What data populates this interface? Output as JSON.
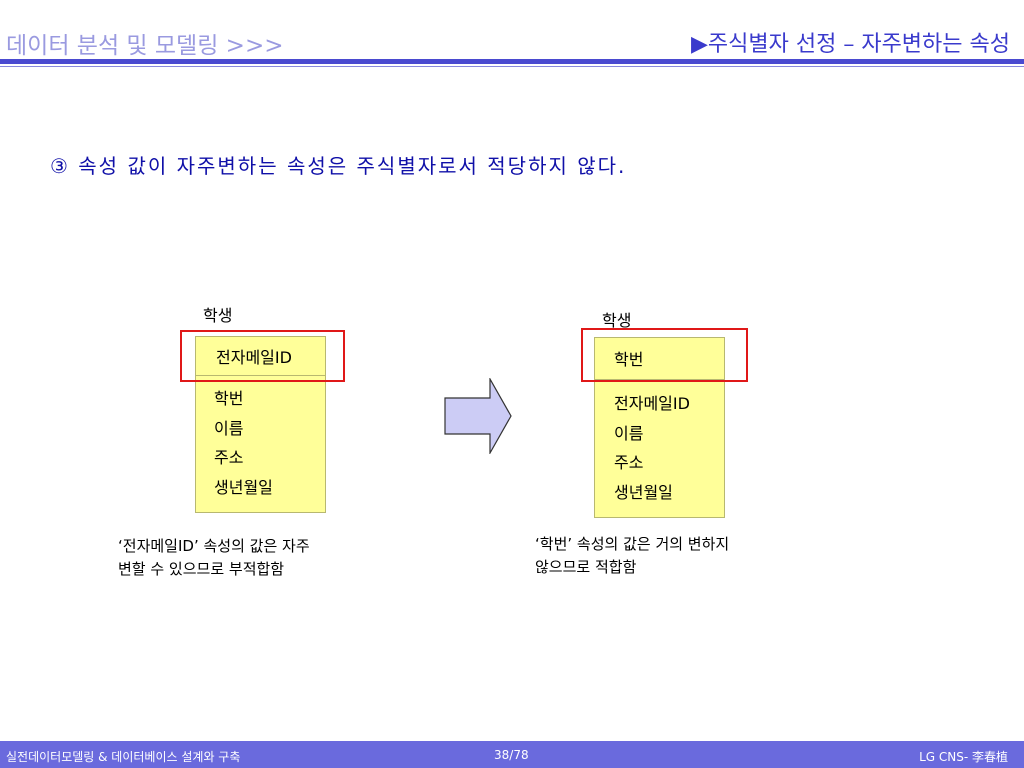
{
  "header": {
    "left_title": "데이터 분석 및 모델링 >>>",
    "right_title": "▶주식별자 선정 – 자주변하는 속성"
  },
  "headline": "③ 속성 값이 자주변하는 속성은 주식별자로서 적당하지 않다.",
  "left_entity": {
    "title": "학생",
    "key_attribute": "전자메일ID",
    "attributes": [
      "학번",
      "이름",
      "주소",
      "생년월일"
    ],
    "caption_lines": [
      "‘전자메일ID’ 속성의 값은 자주",
      "변할 수 있으므로 부적합함"
    ]
  },
  "right_entity": {
    "title": "학생",
    "key_attribute": "학번",
    "attributes": [
      "전자메일ID",
      "이름",
      "주소",
      "생년월일"
    ],
    "caption_lines": [
      "‘학번’  속성의 값은 거의 변하지",
      "않으므로 적합함"
    ]
  },
  "colors": {
    "entity_fill": "#ffff99",
    "highlight": "#e01818",
    "arrow_fill": "#ccccf5",
    "headline": "#1010a8",
    "footer_bg": "#6a6add"
  },
  "footer": {
    "left": "실전데이터모델링 & 데이터베이스 설계와 구축",
    "page": "38/78",
    "right": "LG CNS- 李春植"
  }
}
